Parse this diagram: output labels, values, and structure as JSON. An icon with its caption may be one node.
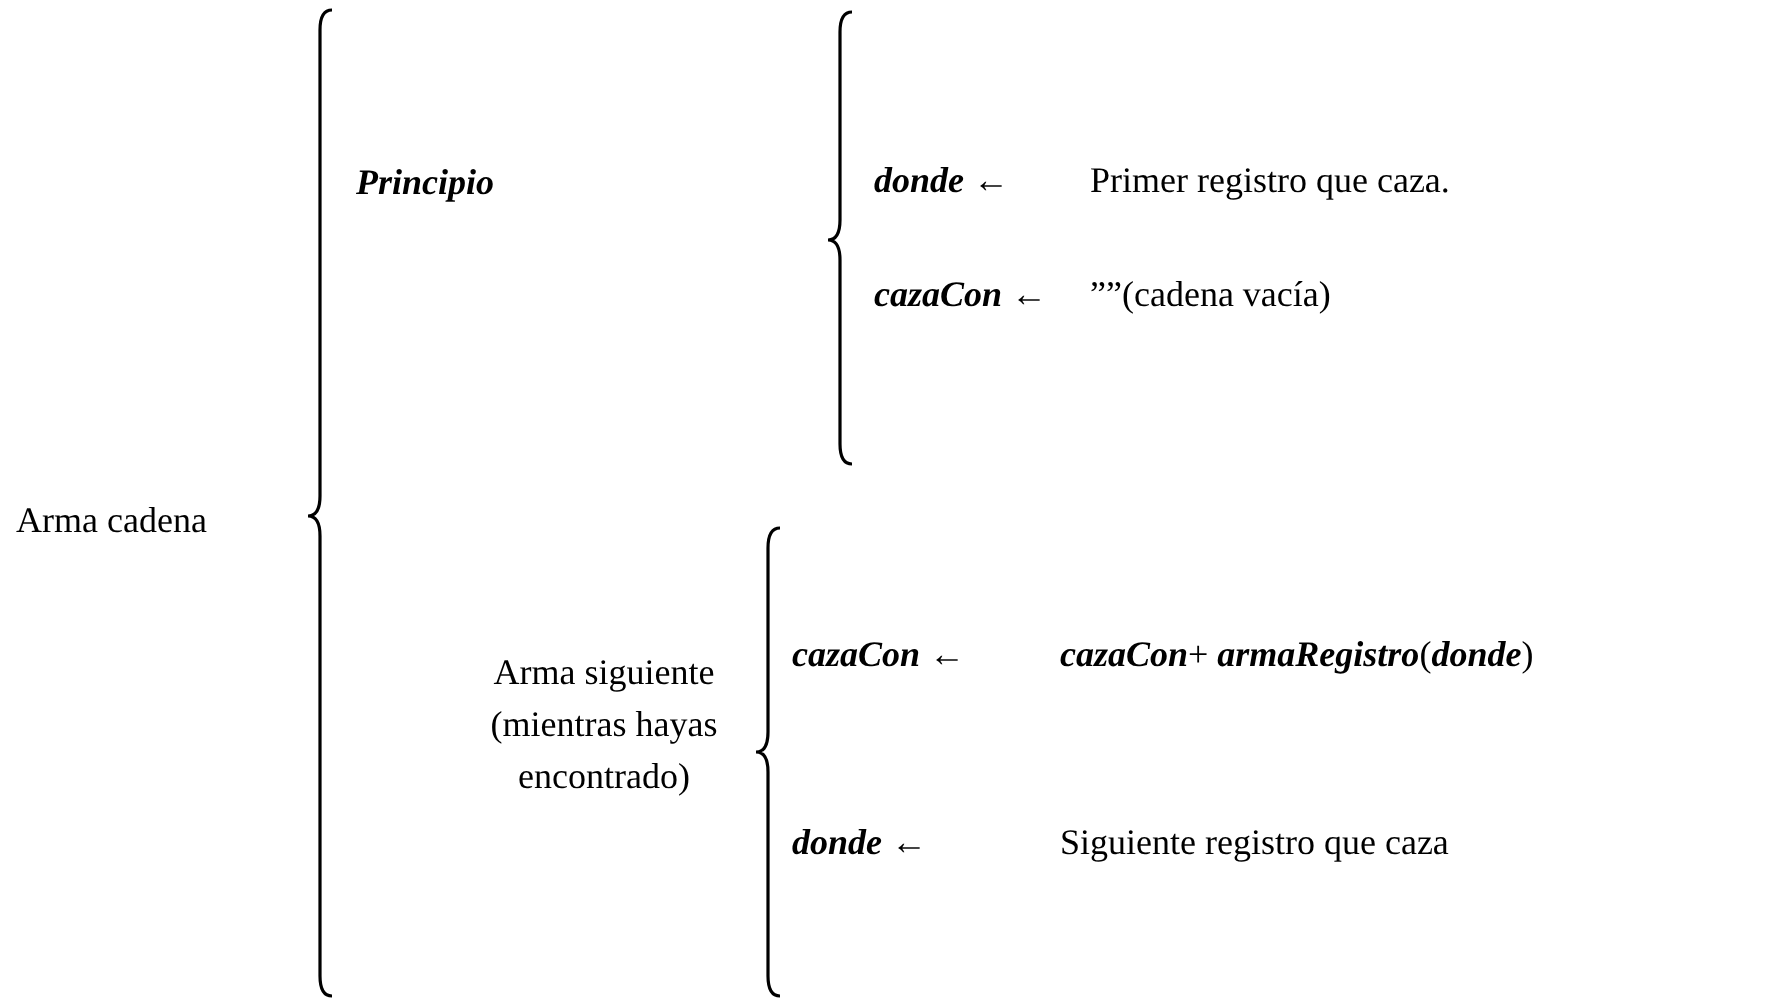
{
  "diagram": {
    "labels": [
      "Arma cadena",
      "Principio",
      "**donde** ←",
      "Primer registro que caza.",
      "**cazaCon** ←",
      "””(cadena vacía)",
      "Arma siguiente (mientras hayas encontrado)",
      "**cazaCon** ←",
      "**cazaCon**+ **armaRegistro**(**donde**)",
      "**donde** ←",
      "Siguiente registro que caza"
    ]
  }
}
